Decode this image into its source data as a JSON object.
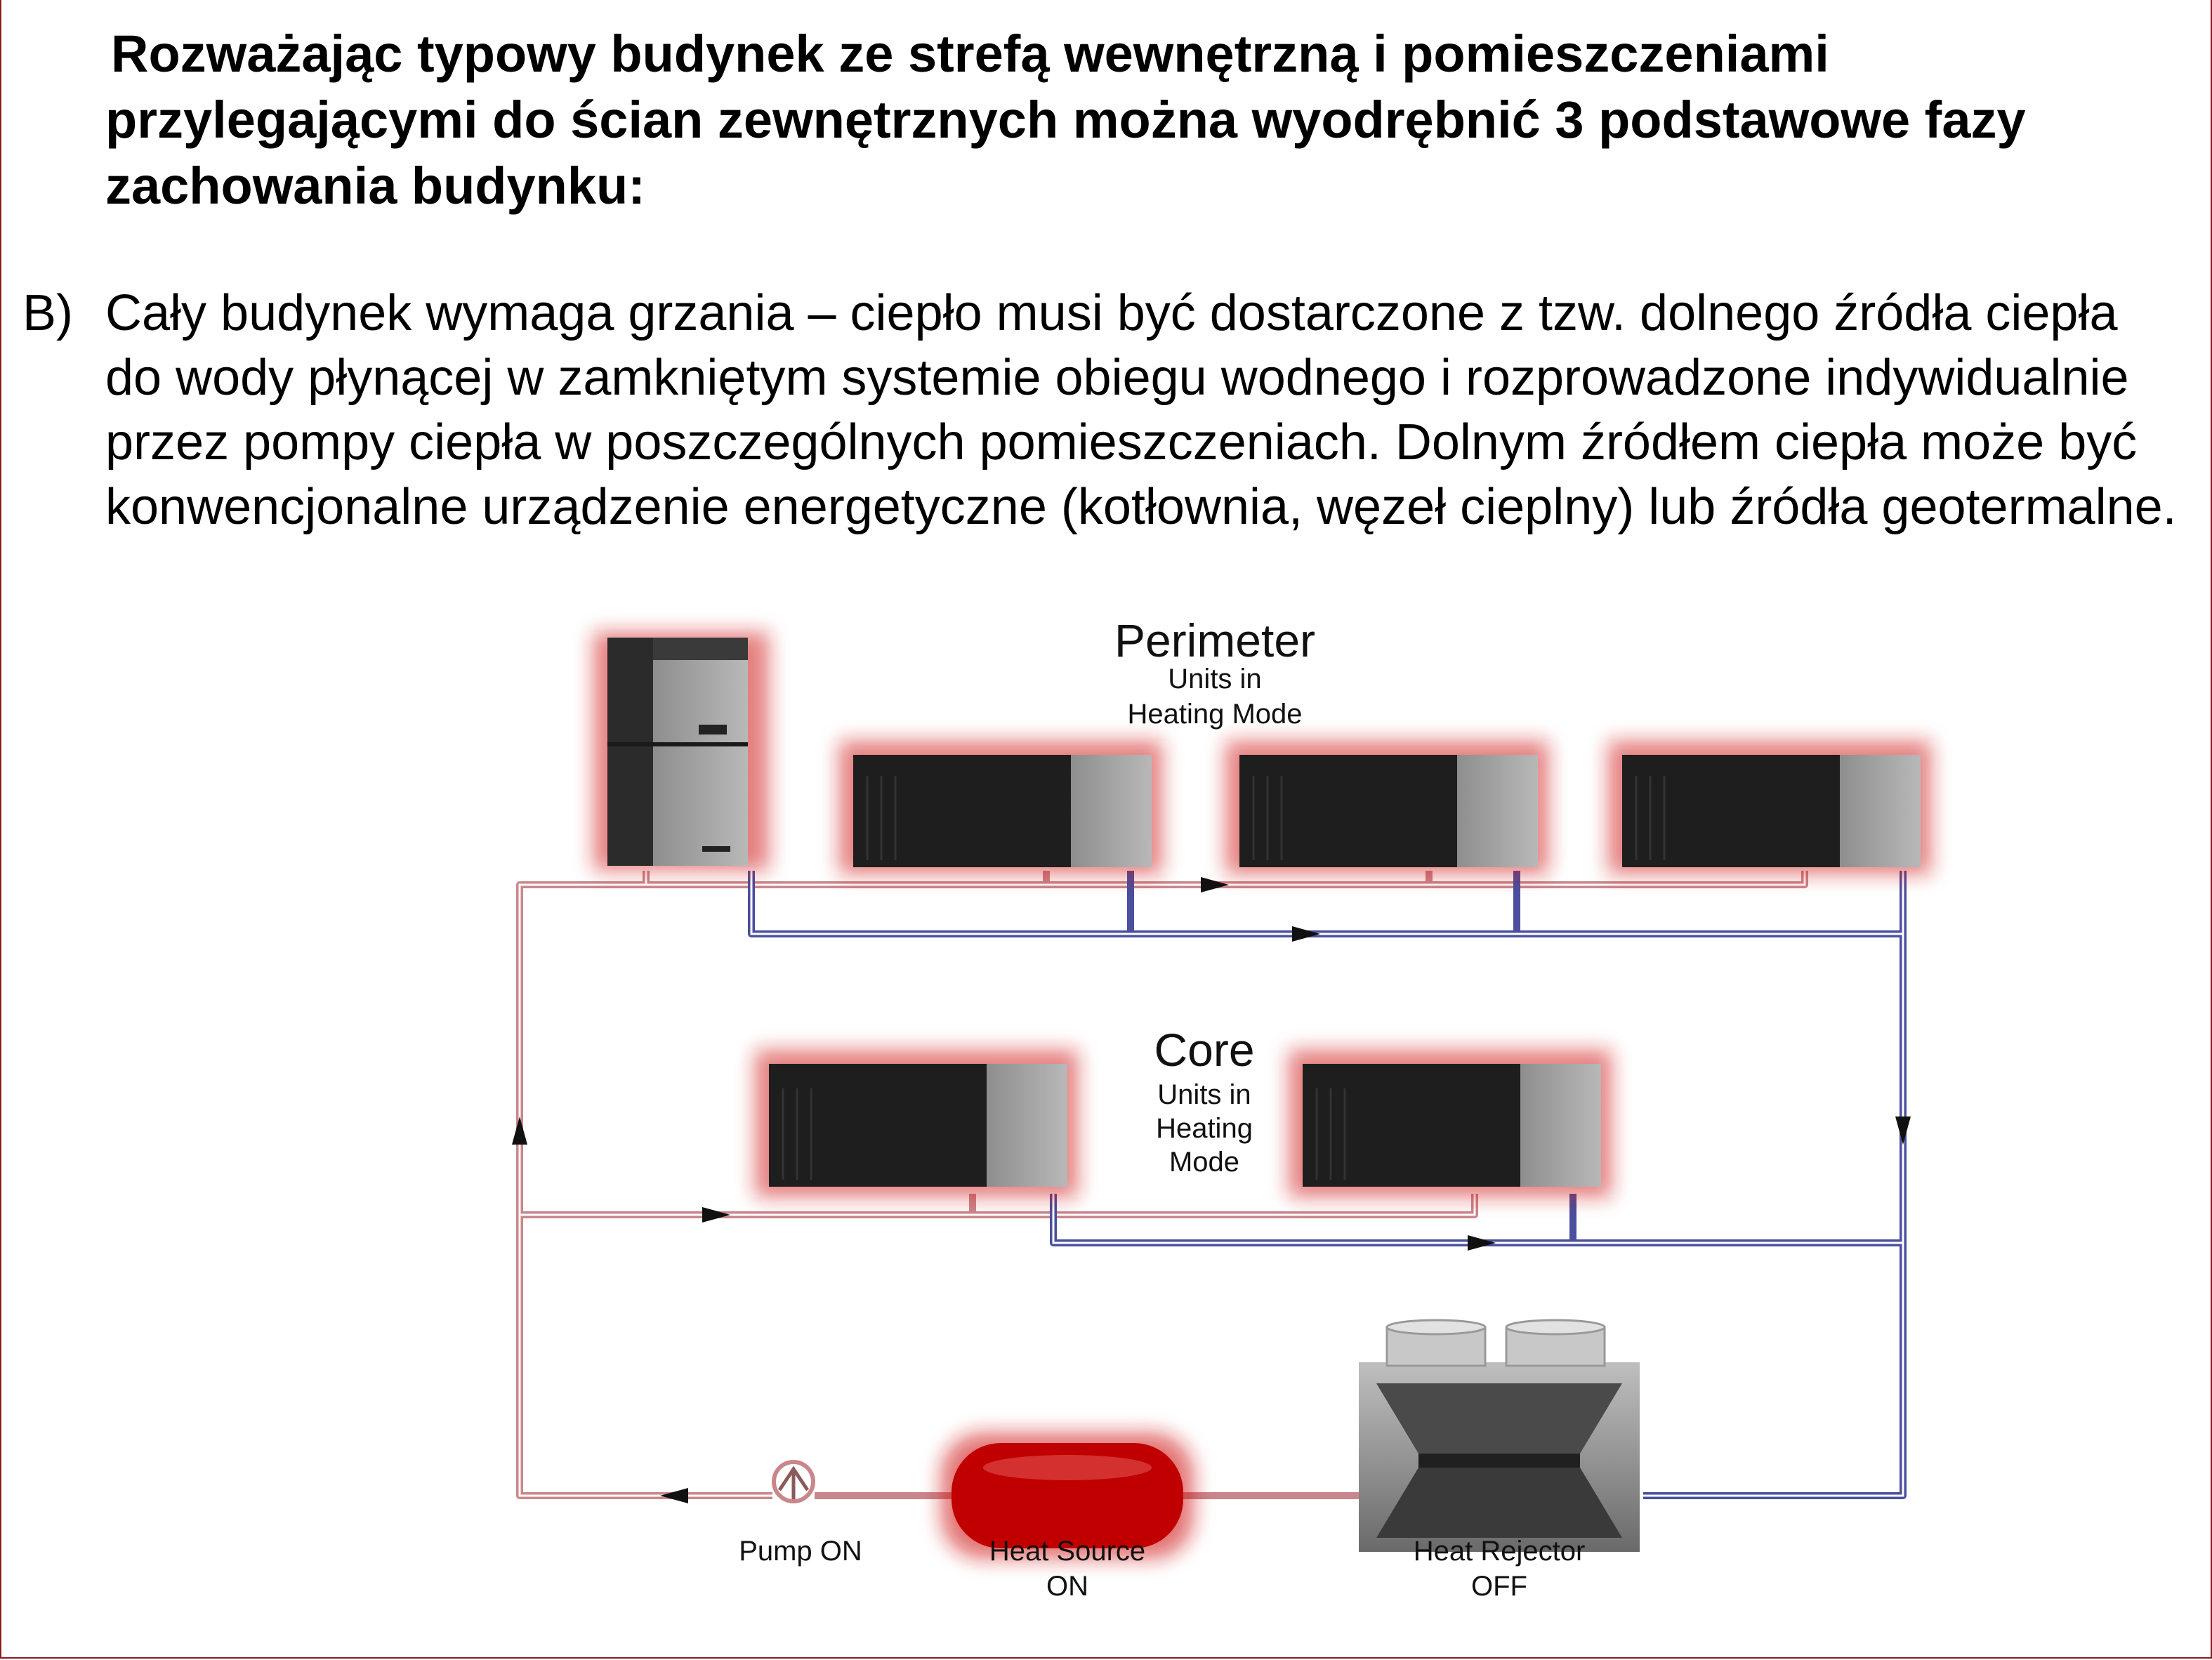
{
  "heading": "Rozważając typowy budynek ze strefą wewnętrzną i pomieszczeniami przylegającymi do ścian zewnętrznych można wyodrębnić 3 podstawowe fazy zachowania budynku:",
  "paragraph": {
    "marker": "B)",
    "text": "Cały budynek wymaga grzania – ciepło musi być dostarczone z tzw. dolnego źródła ciepła do wody płynącej w zamkniętym systemie obiegu wodnego i rozprowadzone indywidualnie przez pompy ciepła w poszczególnych pomieszczeniach. Dolnym źródłem ciepła może być konwencjonalne urządzenie energetyczne (kotłownia, węzeł cieplny) lub źródła geotermalne."
  },
  "diagram": {
    "perimeter": {
      "title": "Perimeter",
      "line1": "Units in",
      "line2": "Heating Mode"
    },
    "core": {
      "title": "Core",
      "line1": "Units in",
      "line2": "Heating",
      "line3": "Mode"
    },
    "pump": {
      "line1": "Pump ON"
    },
    "heat_source": {
      "line1": "Heat Source",
      "line2": "ON"
    },
    "heat_rejector": {
      "line1": "Heat Rejector",
      "line2": "OFF"
    },
    "colors": {
      "supply_pipe": "#c9878b",
      "return_pipe": "#4a4f9e",
      "glow": "#d01515",
      "heat_source": "#c00000"
    }
  }
}
